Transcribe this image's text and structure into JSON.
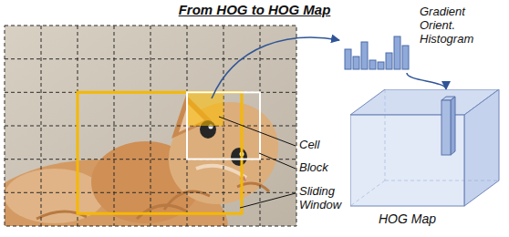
{
  "diagram": {
    "title": "From HOG to HOG Map",
    "nodes": [
      {
        "text": [
          "Gradient Orient. Histogram"
        ]
      },
      {
        "text": [
          "HOG Map"
        ]
      }
    ],
    "edges": [
      {
        "from": 0,
        "to": 1,
        "arrow": "to"
      }
    ],
    "labels": [
      "Cell",
      "Block",
      "Sliding Window"
    ]
  }
}
